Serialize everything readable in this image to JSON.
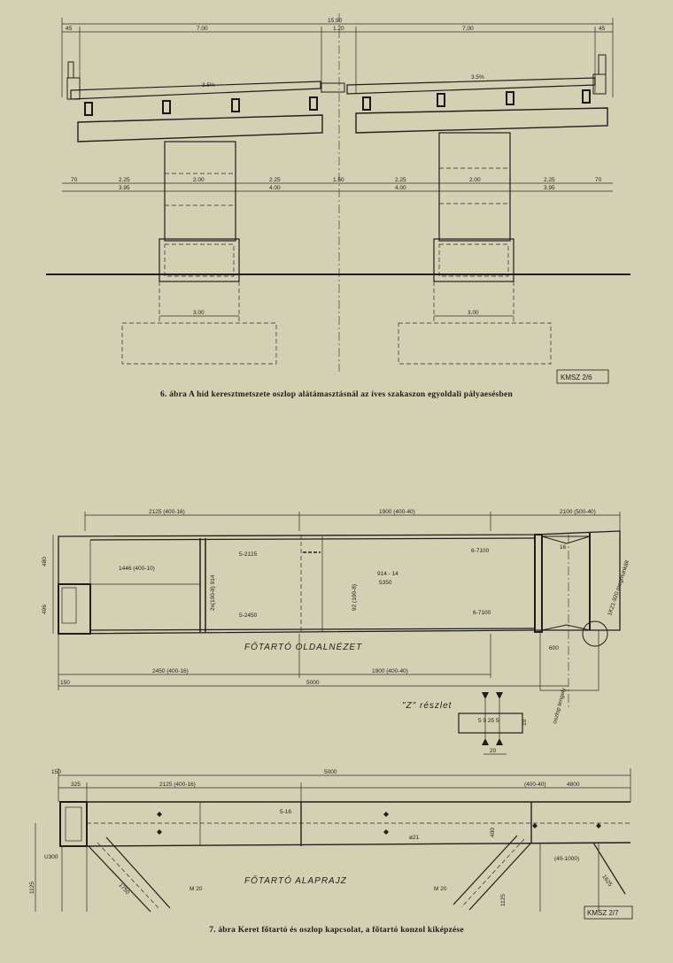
{
  "figure6": {
    "caption": "6. ábra A híd keresztmetszete oszlop alátámasztásnál az íves szakaszon egyoldali pályaesésben",
    "stamp": "KMSZ 2/6",
    "dims": {
      "overall": "15.90",
      "left_deck": "7.00",
      "gap": "1.20",
      "right_deck": "7.00",
      "left_edge": "45",
      "right_edge": "45",
      "slope_left": "3.5%",
      "slope_right": "3.5%",
      "row1": [
        "70",
        "2.25",
        "2.00",
        "2.25",
        "1.50",
        "2.25",
        "2.00",
        "2.25",
        "70"
      ],
      "row2": [
        "3.95",
        "4.00",
        "4.00",
        "3.95"
      ],
      "footing_left": "3.00",
      "footing_right": "3.00"
    }
  },
  "figure7": {
    "caption": "7. ábra Keret főtartó és oszlop kapcsolat, a főtartó konzol kiképzése",
    "stamp": "KMSZ 2/7",
    "side_view": {
      "title": "FŐTARTÓ OLDALNÉZET",
      "top_dims": [
        "2125 (400-16)",
        "1900 (400-40)",
        "2100 (500-40)"
      ],
      "bottom_dims": [
        "2450 (400-16)",
        "1900 (400-40)"
      ],
      "left_dims": [
        "480",
        "496"
      ],
      "labels": {
        "plate1": "1446 (400-10)",
        "web1": "2x(100-8) 914",
        "web2": "92 (100-8)",
        "plate2": "914 - 14",
        "plate2b": "5350",
        "weld1": "5-2125",
        "weld2": "5-2450",
        "weld3": "6-7100",
        "weld4": "6-7100",
        "col": "16",
        "col_side": "1K21-920 megmunkált",
        "col_width": "600",
        "axis": "oszlop tengely",
        "left_offset": "150",
        "total": "5000"
      }
    },
    "detail": {
      "title": "\"Z\" részlet",
      "values": "5 9 25 5",
      "side": "10",
      "width": "20"
    },
    "plan": {
      "title": "FŐTARTÓ ALAPRAJZ",
      "top_dims": [
        "150",
        "5000",
        "325",
        "2125 (400-16)",
        "(400-40)",
        "4800"
      ],
      "labels": {
        "weld_a": "5-16",
        "hole": "ø21",
        "height": "400",
        "u_profile": "U300",
        "m20_left": "M 20",
        "m20_right": "M 20",
        "brace_left": "1750",
        "brace_right": "1625",
        "dim_left": "1125",
        "dim_right": "1125",
        "brace_spec": "(40-1000)"
      }
    }
  }
}
